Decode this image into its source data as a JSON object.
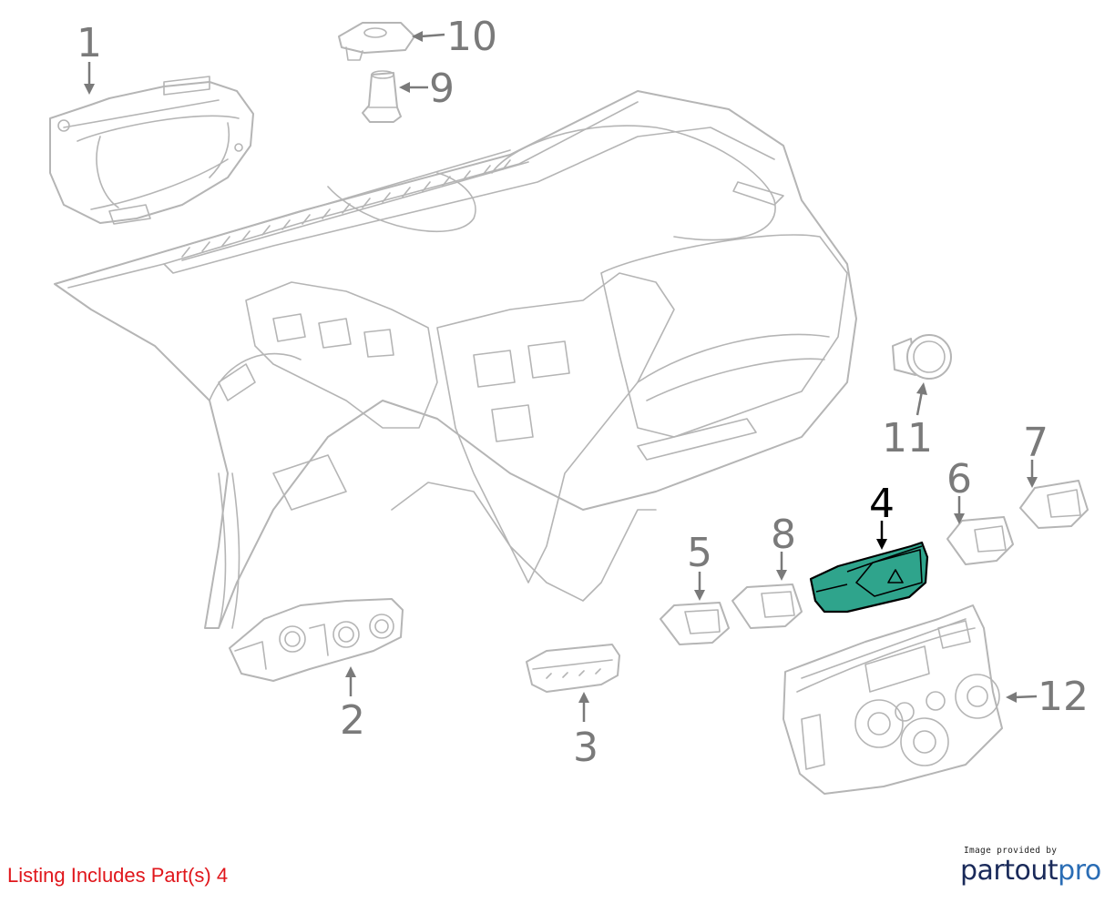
{
  "callouts": {
    "c1": "1",
    "c2": "2",
    "c3": "3",
    "c4": "4",
    "c5": "5",
    "c6": "6",
    "c7": "7",
    "c8": "8",
    "c9": "9",
    "c10": "10",
    "c11": "11",
    "c12": "12"
  },
  "highlighted_part": "4",
  "colors": {
    "highlight": "#2fa48c",
    "listing_text": "#e0161b",
    "line": "#b5b5b5",
    "callout": "#7a7a7a"
  },
  "footer": {
    "listing": "Listing Includes Part(s) 4"
  },
  "credit": {
    "small": "Image provided by",
    "brand_a": "partout",
    "brand_b": "pro"
  }
}
